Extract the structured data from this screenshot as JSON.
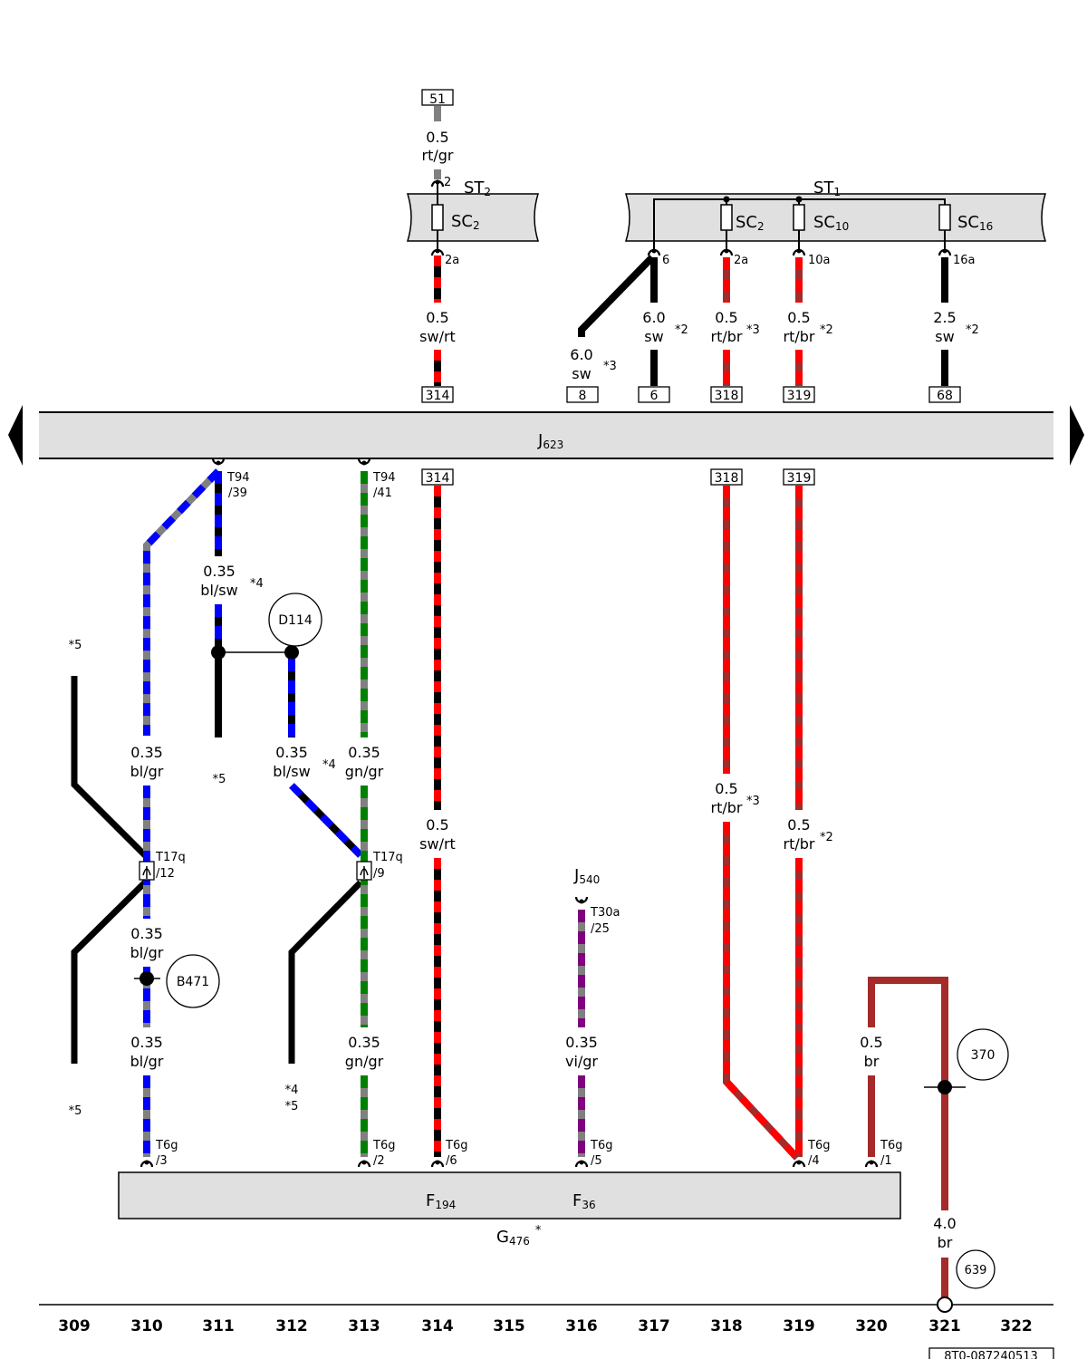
{
  "doc_id": "8T0-087240513",
  "components": {
    "ecu": {
      "name": "J",
      "sub": "623"
    },
    "st2": {
      "name": "ST",
      "sub": "2"
    },
    "st1": {
      "name": "ST",
      "sub": "1"
    },
    "sc2a": {
      "name": "SC",
      "sub": "2"
    },
    "sc2b": {
      "name": "SC",
      "sub": "2"
    },
    "sc10": {
      "name": "SC",
      "sub": "10"
    },
    "sc16": {
      "name": "SC",
      "sub": "16"
    },
    "f194": {
      "name": "F",
      "sub": "194"
    },
    "f36": {
      "name": "F",
      "sub": "36"
    },
    "g476": {
      "name": "G",
      "sub": "476",
      "note": "*"
    },
    "j540": {
      "name": "J",
      "sub": "540"
    }
  },
  "ground_points": [
    "D114",
    "B471",
    "370",
    "639"
  ],
  "boxes": [
    "51",
    "314",
    "8",
    "6",
    "318",
    "319",
    "68",
    "314",
    "318",
    "319"
  ],
  "connectors": {
    "t2": "2",
    "t2a_1": "2a",
    "t6": "6",
    "t2a_2": "2a",
    "t10a": "10a",
    "t16a": "16a",
    "t94_39a": "T94",
    "t94_39b": "/39",
    "t94_41a": "T94",
    "t94_41b": "/41",
    "t17q12a": "T17q",
    "t17q12b": "/12",
    "t17q9a": "T17q",
    "t17q9b": "/9",
    "t30a_a": "T30a",
    "t30a_b": "/25",
    "t6g3a": "T6g",
    "t6g3b": "/3",
    "t6g2a": "T6g",
    "t6g2b": "/2",
    "t6g6a": "T6g",
    "t6g6b": "/6",
    "t6g5a": "T6g",
    "t6g5b": "/5",
    "t6g4a": "T6g",
    "t6g4b": "/4",
    "t6g1a": "T6g",
    "t6g1b": "/1"
  },
  "wire_labels": {
    "w1": [
      "0.5",
      "rt/gr"
    ],
    "w2": [
      "0.5",
      "sw/rt"
    ],
    "w3": [
      "6.0",
      "sw"
    ],
    "w4": [
      "6.0",
      "sw"
    ],
    "w5": [
      "0.5",
      "rt/br"
    ],
    "w6": [
      "0.5",
      "rt/br"
    ],
    "w7": [
      "2.5",
      "sw"
    ],
    "w8": [
      "0.35",
      "bl/sw"
    ],
    "w9": [
      "0.35",
      "bl/gr"
    ],
    "w10": [
      "0.35",
      "bl/sw"
    ],
    "w11": [
      "0.35",
      "gn/gr"
    ],
    "w12": [
      "0.5",
      "sw/rt"
    ],
    "w13": [
      "0.5",
      "rt/br"
    ],
    "w14": [
      "0.5",
      "rt/br"
    ],
    "w15": [
      "0.35",
      "bl/gr"
    ],
    "w16": [
      "0.35",
      "bl/gr"
    ],
    "w17": [
      "0.35",
      "gn/gr"
    ],
    "w18": [
      "0.35",
      "vi/gr"
    ],
    "w19": [
      "0.5",
      "br"
    ],
    "w20": [
      "4.0",
      "br"
    ]
  },
  "footnotes": {
    "n1": "*2",
    "n2": "*3",
    "n3": "*2",
    "n4": "*3",
    "n5": "*2",
    "n6": "*2",
    "n7": "*4",
    "n8": "*5",
    "n9": "*5",
    "n10": "*4",
    "n11": "*3",
    "n12": "*2",
    "n13": "*4",
    "n14": "*5",
    "n15": "*5"
  },
  "columns": [
    "309",
    "310",
    "311",
    "312",
    "313",
    "314",
    "315",
    "316",
    "317",
    "318",
    "319",
    "320",
    "321",
    "322"
  ],
  "colors": {
    "sw": "#000000",
    "rt": "#ff0000",
    "br": "#a52a2a",
    "gr": "#808080",
    "bl": "#0000ff",
    "gn": "#008000",
    "vi": "#800080",
    "panel": "#e0e0e0"
  }
}
